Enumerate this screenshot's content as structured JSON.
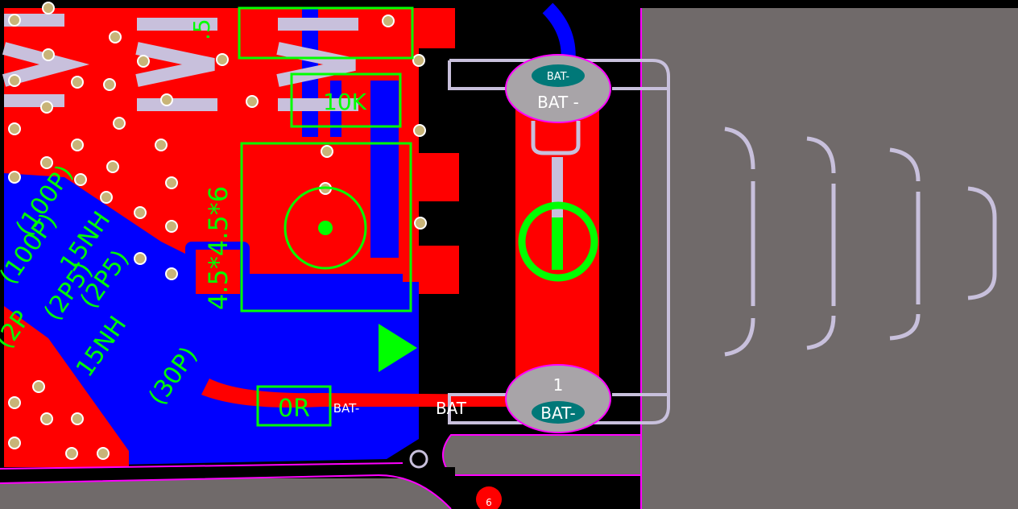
{
  "colors": {
    "background": "#000000",
    "copper_top": "#ff0000",
    "copper_bottom": "#0000ff",
    "silkscreen": "#00ff00",
    "courtyard": "#c8c0dc",
    "board_edge": "#ff00ff",
    "keepout_fill": "#706a6a",
    "pad": "#a8a4a8",
    "pad_label_bg": "#007878",
    "via": "#c8b478"
  },
  "silk_labels": {
    "resistor_10k": "10K",
    "crystal_size": "4.5*4.5*6",
    "resistor_0r": "0R",
    "cap_100p": "(100P)",
    "ind_15nh_a": "15NH",
    "cap_100p_b": "(100P)",
    "cap_2p5_a": "(2P5)",
    "cap_2p5_b": "(2P5)",
    "ind_15nh_b": "15NH",
    "cap_30p": "(30P)",
    "cap_2p_left": "(2P"
  },
  "pad_labels": {
    "top_pad_inner": "BAT-",
    "top_pad_name": "BAT -",
    "bottom_pad_number": "1",
    "bottom_pad_name": "BAT-",
    "trace_net_a": "BAT-",
    "trace_net_b": "BAT",
    "test_point": "6"
  }
}
